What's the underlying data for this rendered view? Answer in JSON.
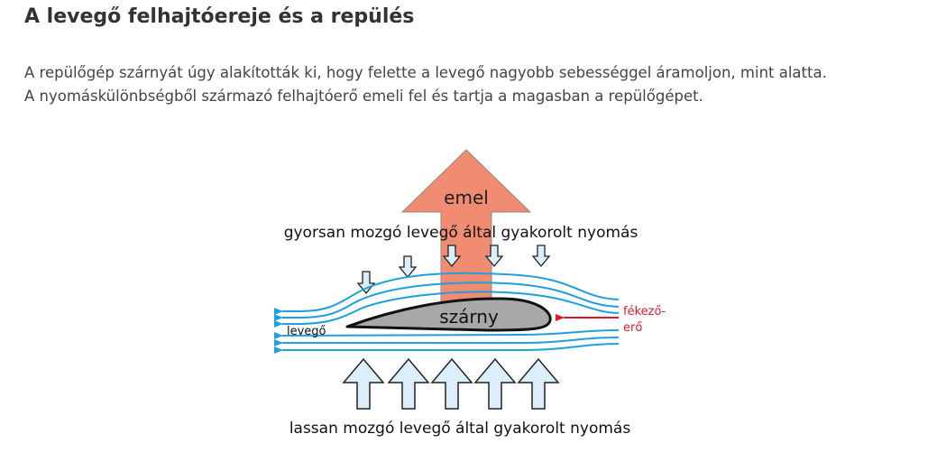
{
  "title": "A levegő felhajtóereje és a repülés",
  "paragraph": {
    "line1": "A repülőgép szárnyát úgy alakították ki, hogy felette a levegő nagyobb sebességgel áramoljon, mint alatta.",
    "line2": "A nyomáskülönbségből származó felhajtóerő emeli fel és tartja a magasban a repülőgépet."
  },
  "diagram": {
    "label_top": "gyorsan mozgó levegő által gyakorolt nyomás",
    "label_bottom": "lassan mozgó levegő által gyakorolt nyomás",
    "label_lift": "emel",
    "label_wing": "szárny",
    "label_air": "levegő",
    "label_drag_line1": "fékező-",
    "label_drag_line2": "erő",
    "colors": {
      "lift_arrow": "#f08c72",
      "airflow": "#1ea0dc",
      "wing": "#a8a8a8",
      "pressure_arrow_fill": "#dbeefa",
      "drag": "#e0192b"
    }
  }
}
